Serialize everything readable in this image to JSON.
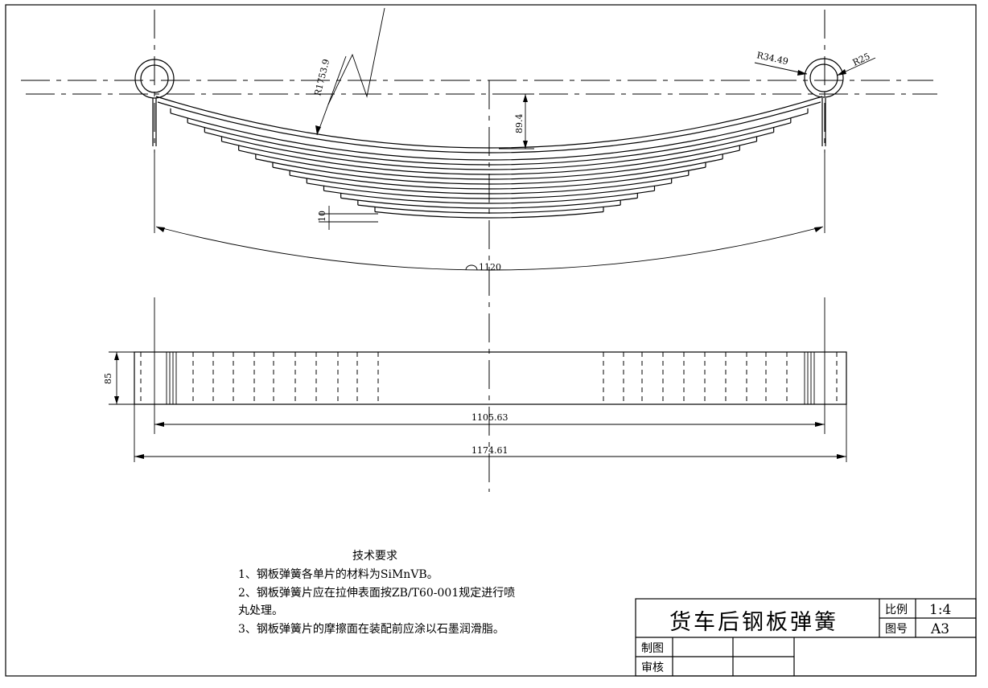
{
  "dimensions": {
    "radius_main": "R1753.9",
    "radius_eye_outer": "R34.49",
    "radius_eye_inner": "R25",
    "camber": "89.4",
    "leaf_thickness": "10",
    "arc_length": "1120",
    "width": "85",
    "eye_span": "1105.63",
    "overall_length": "1174.61"
  },
  "notes": {
    "title": "技术要求",
    "lines": [
      "1、钢板弹簧各单片的材料为SiMnVB。",
      "2、钢板弹簧片应在拉伸表面按ZB/T60-001规定进行喷",
      "丸处理。",
      "3、钢板弹簧片的摩擦面在装配前应涂以石墨润滑脂。"
    ]
  },
  "title_block": {
    "title": "货车后钢板弹簧",
    "scale_label": "比例",
    "scale_value": "1:4",
    "drawing_no_label": "图号",
    "drawing_no_value": "A3",
    "drawn_label": "制图",
    "checked_label": "审核"
  }
}
